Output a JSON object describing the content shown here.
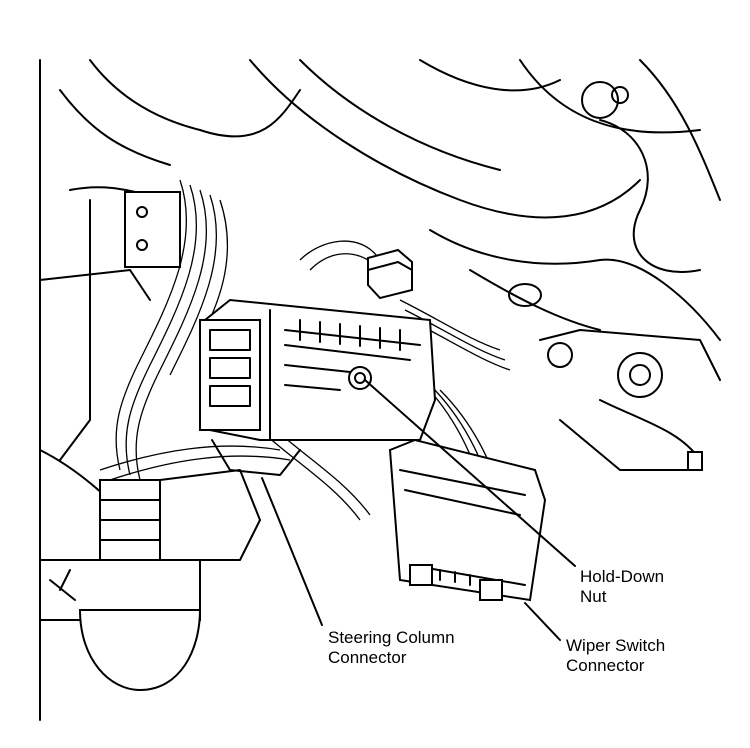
{
  "callouts": {
    "hold_down_nut": [
      "Hold-Down",
      "Nut"
    ],
    "steering_column_connector": [
      "Steering Column",
      "Connector"
    ],
    "wiper_switch_connector": [
      "Wiper Switch",
      "Connector"
    ]
  }
}
